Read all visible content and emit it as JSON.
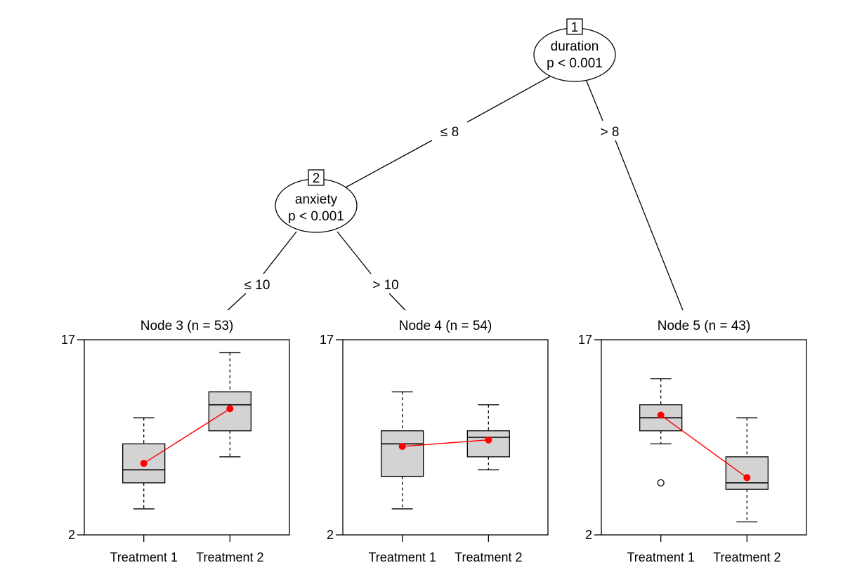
{
  "tree": {
    "inner_nodes": [
      {
        "id": "1",
        "variable": "duration",
        "pvalue": "p < 0.001"
      },
      {
        "id": "2",
        "variable": "anxiety",
        "pvalue": "p < 0.001"
      }
    ],
    "edges": [
      {
        "label": "≤ 8"
      },
      {
        "label": "> 8"
      },
      {
        "label": "≤ 10"
      },
      {
        "label": "> 10"
      }
    ],
    "terminal_nodes": [
      {
        "title": "Node 3 (n = 53)"
      },
      {
        "title": "Node 4 (n = 54)"
      },
      {
        "title": "Node 5 (n = 43)"
      }
    ]
  },
  "chart_data": [
    {
      "type": "box",
      "title": "Node 3 (n = 53)",
      "categories": [
        "Treatment 1",
        "Treatment 2"
      ],
      "ylim": [
        2,
        17
      ],
      "yticks": [
        "17",
        "2"
      ],
      "boxes": [
        {
          "whisker_low": 4,
          "q1": 6,
          "median": 7,
          "q3": 9,
          "whisker_high": 11,
          "mean": 7.5,
          "outliers": []
        },
        {
          "whisker_low": 8,
          "q1": 10,
          "median": 12,
          "q3": 13,
          "whisker_high": 16,
          "mean": 11.7,
          "outliers": []
        }
      ]
    },
    {
      "type": "box",
      "title": "Node 4 (n = 54)",
      "categories": [
        "Treatment 1",
        "Treatment 2"
      ],
      "ylim": [
        2,
        17
      ],
      "yticks": [
        "17",
        "2"
      ],
      "boxes": [
        {
          "whisker_low": 4,
          "q1": 6.5,
          "median": 9,
          "q3": 10,
          "whisker_high": 13,
          "mean": 8.8,
          "outliers": []
        },
        {
          "whisker_low": 7,
          "q1": 8,
          "median": 9.5,
          "q3": 10,
          "whisker_high": 12,
          "mean": 9.3,
          "outliers": []
        }
      ]
    },
    {
      "type": "box",
      "title": "Node 5 (n = 43)",
      "categories": [
        "Treatment 1",
        "Treatment 2"
      ],
      "ylim": [
        2,
        17
      ],
      "yticks": [
        "17",
        "2"
      ],
      "boxes": [
        {
          "whisker_low": 9,
          "q1": 10,
          "median": 11,
          "q3": 12,
          "whisker_high": 14,
          "mean": 11.2,
          "outliers": [
            6
          ]
        },
        {
          "whisker_low": 3,
          "q1": 5.5,
          "median": 6,
          "q3": 8,
          "whisker_high": 11,
          "mean": 6.4,
          "outliers": []
        }
      ]
    }
  ]
}
